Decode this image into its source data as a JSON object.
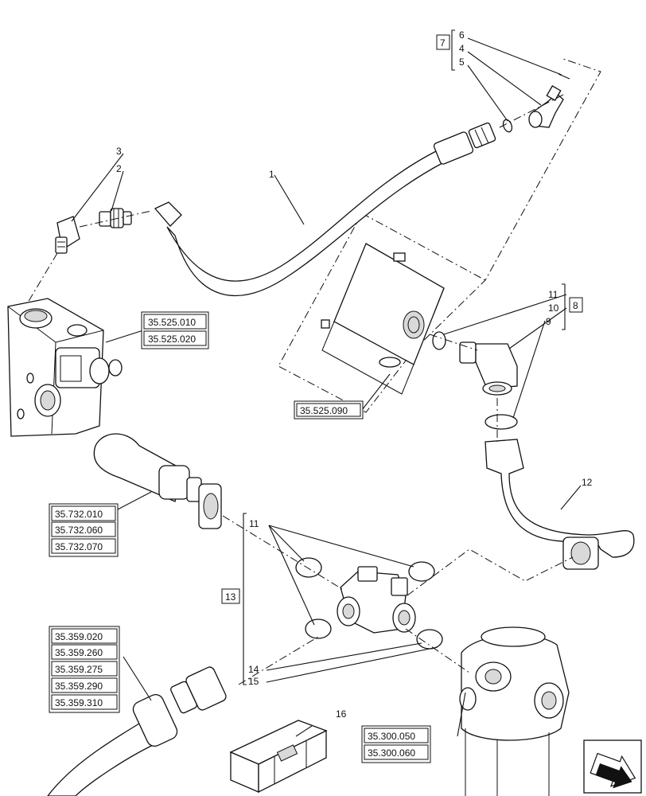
{
  "callouts": {
    "c1": "1",
    "c2": "2",
    "c3": "3",
    "c4": "4",
    "c5": "5",
    "c6": "6",
    "c7": "7",
    "c8": "8",
    "c9": "9",
    "c10": "10",
    "c11a": "11",
    "c11b": "11",
    "c12": "12",
    "c13": "13",
    "c14": "14",
    "c15": "15",
    "c16": "16"
  },
  "references": {
    "valve_refs": [
      "35.525.010",
      "35.525.020"
    ],
    "block_ref": "35.525.090",
    "hose_refs": [
      "35.732.010",
      "35.732.060",
      "35.732.070"
    ],
    "hose2_refs": [
      "35.359.020",
      "35.359.260",
      "35.359.275",
      "35.359.290",
      "35.359.310"
    ],
    "pump_refs": [
      "35.300.050",
      "35.300.060"
    ]
  },
  "icons": {
    "nav": "next-page-arrow-icon"
  }
}
